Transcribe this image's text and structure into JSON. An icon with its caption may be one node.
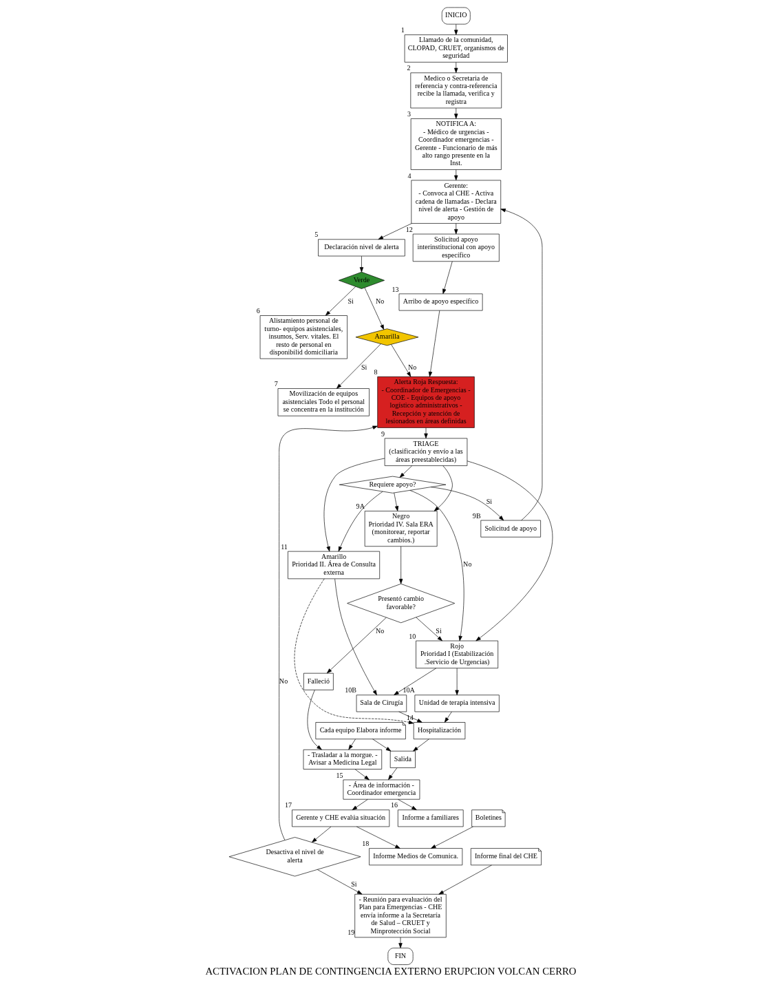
{
  "diagram": {
    "title": "ACTIVACION PLAN DE CONTINGENCIA EXTERNO ERUPCION VOLCAN CERRO",
    "nodes": [
      {
        "text": [
          "INICIO"
        ]
      },
      {
        "text": [
          "Llamado de la comunidad, CLOPAD, CRUET, organismos de seguridad"
        ],
        "beside": [
          "1"
        ]
      },
      {
        "text": [
          "Medico o Secretaria de referencia y contra-referencia recibe la llamada, verifica y registra"
        ],
        "beside": [
          "2"
        ]
      },
      {
        "text": [
          "NOTIFICA A:",
          "- Médico de urgencias - Coordinador emergencias - Gerente - Funcionario de más alto rango presente en la Inst."
        ],
        "beside": [
          "3"
        ]
      },
      {
        "text": [
          "Gerente:",
          "- Convoca al CHE - Activa cadena de llamadas - Declara nivel de alerta - Gestión de apoyo"
        ],
        "beside": [
          "4"
        ]
      },
      {
        "text": [
          "Declaración nivel de alerta"
        ],
        "beside": [
          "5"
        ]
      },
      {
        "text": [
          "Verde"
        ]
      },
      {
        "text": [
          "Alistamiento personal de turno- equipos asistenciales, insumos, Serv. vitales. El resto de personal en disponibilid domiciliaria"
        ],
        "beside": [
          "6"
        ]
      },
      {
        "text": [
          "Amarilla"
        ]
      },
      {
        "text": [
          "Movilización de equipos asistenciales Todo el personal se concentra en la institución"
        ],
        "beside": [
          "7"
        ]
      },
      {
        "text": [
          "Alerta Roja Respuesta:",
          "- Coordinador de Emergencias - COE - Equipos de apoyo logístico administrativos - Recepción y atención de lesionados en áreas definidas"
        ],
        "beside": [
          "8"
        ]
      },
      {
        "text": [
          "TRIAGE",
          "(clasificación y envío a las áreas preestablecidas)"
        ],
        "beside": [
          "9"
        ]
      },
      {
        "text": [
          "Requiere apoyo?"
        ]
      },
      {
        "text": [
          "Solicitud de apoyo"
        ],
        "beside": [
          "9B"
        ]
      },
      {
        "text": [
          "Solicitud apoyo interinstitucional con apoyo específico"
        ],
        "beside": [
          "12"
        ]
      },
      {
        "text": [
          "Arribo de apoyo específico"
        ],
        "beside": [
          "13"
        ]
      },
      {
        "text": [
          "Negro",
          "Prioridad IV. Sala ERA (monitorear, reportar cambios.)"
        ],
        "beside": [
          "9A"
        ]
      },
      {
        "text": [
          "Presentó cambio favorable?"
        ]
      },
      {
        "text": [
          "Falleció"
        ]
      },
      {
        "text": [
          "Rojo",
          "Prioridad I (Estabilización .Servicio de Urgencias)"
        ],
        "beside": [
          "10"
        ]
      },
      {
        "text": [
          "Unidad de terapia intensiva"
        ],
        "beside": [
          "10A"
        ]
      },
      {
        "text": [
          "Sala de Cirugía"
        ],
        "beside": [
          "10B"
        ]
      },
      {
        "text": [
          "Amarillo",
          "Prioridad II. Área de Consulta externa"
        ],
        "beside": [
          "11"
        ]
      },
      {
        "text": [
          "Hospitalización"
        ],
        "beside": [
          "14"
        ]
      },
      {
        "text": [
          "Salida"
        ]
      },
      {
        "text": [
          "Cada equipo Elabora informe"
        ]
      },
      {
        "text": [
          "- Trasladar a la morgue. - Avisar a Medicina Legal"
        ]
      },
      {
        "text": [
          "- Área de información - Coordinador emergencia"
        ],
        "beside": [
          "15"
        ]
      },
      {
        "text": [
          "Informe a familiares"
        ],
        "beside": [
          "16"
        ]
      },
      {
        "text": [
          "Gerente y CHE evalúa situación"
        ],
        "beside": [
          "17"
        ]
      },
      {
        "text": [
          "Informe Medios de Comunica."
        ],
        "beside": [
          "18"
        ]
      },
      {
        "text": [
          "Boletines"
        ]
      },
      {
        "text": [
          "Desactiva el nivel de alerta"
        ]
      },
      {
        "text": [
          "- Reunión para evaluación del Plan para Emergencias - CHE envía informe a la Secretaría de Salud – CRUET y Minprotección Social"
        ],
        "beside": [
          "19"
        ]
      },
      {
        "text": [
          "Informe final del CHE"
        ]
      },
      {
        "text": [
          "FIN"
        ]
      }
    ],
    "edges": [
      {
        "from": 0,
        "to": 1,
        "arrow": "to"
      },
      {
        "from": 1,
        "to": 2,
        "arrow": "to"
      },
      {
        "from": 2,
        "to": 3,
        "arrow": "to"
      },
      {
        "from": 3,
        "to": 4,
        "arrow": "to"
      },
      {
        "from": 4,
        "to": 5,
        "arrow": "to"
      },
      {
        "from": 4,
        "to": 14,
        "arrow": "to"
      },
      {
        "from": 5,
        "to": 6,
        "arrow": "to"
      },
      {
        "from": 6,
        "to": 7,
        "label": "Si",
        "arrow": "to"
      },
      {
        "from": 6,
        "to": 8,
        "label": "No",
        "arrow": "to"
      },
      {
        "from": 8,
        "to": 9,
        "label": "Si",
        "arrow": "to"
      },
      {
        "from": 8,
        "to": 10,
        "label": "No",
        "arrow": "to"
      },
      {
        "from": 10,
        "to": 11,
        "arrow": "to"
      },
      {
        "from": 11,
        "to": 12,
        "arrow": "to"
      },
      {
        "from": 12,
        "to": 13,
        "label": "Si",
        "arrow": "to"
      },
      {
        "from": 13,
        "to": 4,
        "arrow": "to"
      },
      {
        "from": 11,
        "to": 16,
        "arrow": "to"
      },
      {
        "from": 11,
        "to": 19,
        "arrow": "to"
      },
      {
        "from": 11,
        "to": 22,
        "arrow": "to"
      },
      {
        "from": 12,
        "to": 16,
        "arrow": "to"
      },
      {
        "from": 12,
        "to": 19,
        "label": "No",
        "arrow": "to"
      },
      {
        "from": 12,
        "to": 22,
        "arrow": "to"
      },
      {
        "from": 14,
        "to": 15,
        "arrow": "to"
      },
      {
        "from": 15,
        "to": 10,
        "arrow": "to"
      },
      {
        "from": 32,
        "to": 10,
        "label": "No",
        "arrow": "to"
      },
      {
        "from": 16,
        "to": 17,
        "arrow": "to"
      },
      {
        "from": 17,
        "to": 18,
        "label": "No",
        "arrow": "to"
      },
      {
        "from": 17,
        "to": 19,
        "label": "Si",
        "arrow": "to"
      },
      {
        "from": 18,
        "to": 26,
        "arrow": "to"
      },
      {
        "from": 19,
        "to": 20,
        "arrow": "to"
      },
      {
        "from": 19,
        "to": 21,
        "arrow": "to"
      },
      {
        "from": 20,
        "to": 23,
        "arrow": "to"
      },
      {
        "from": 21,
        "to": 23,
        "arrow": "to"
      },
      {
        "from": 22,
        "to": 21,
        "arrow": "to"
      },
      {
        "from": 22,
        "to": 23,
        "arrow": "to",
        "style": "dashed"
      },
      {
        "from": 23,
        "to": 24,
        "arrow": "to"
      },
      {
        "from": 25,
        "to": 24,
        "arrow": "to"
      },
      {
        "from": 25,
        "to": 26,
        "arrow": "to"
      },
      {
        "from": 24,
        "to": 27,
        "arrow": "to"
      },
      {
        "from": 26,
        "to": 27,
        "arrow": "to"
      },
      {
        "from": 27,
        "to": 29,
        "arrow": "to"
      },
      {
        "from": 27,
        "to": 28,
        "arrow": "to"
      },
      {
        "from": 29,
        "to": 30,
        "arrow": "to"
      },
      {
        "from": 31,
        "to": 30,
        "arrow": "to"
      },
      {
        "from": 29,
        "to": 32,
        "arrow": "to"
      },
      {
        "from": 32,
        "to": 33,
        "label": "Si",
        "arrow": "to"
      },
      {
        "from": 34,
        "to": 33,
        "arrow": "to"
      },
      {
        "from": 33,
        "to": 35,
        "arrow": "to"
      }
    ]
  }
}
